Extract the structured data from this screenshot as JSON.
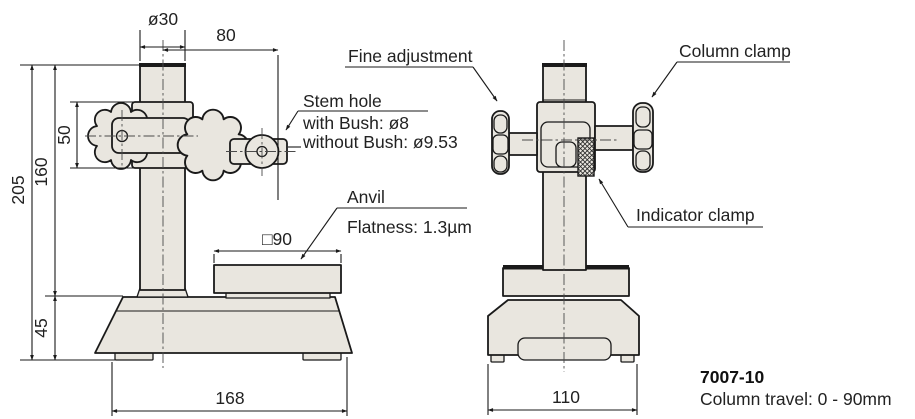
{
  "product": {
    "model": "7007-10",
    "column_travel": "Column travel: 0 - 90mm"
  },
  "labels": {
    "fine_adjustment": "Fine adjustment",
    "column_clamp": "Column clamp",
    "indicator_clamp": "Indicator clamp",
    "stem_hole_title": "Stem hole",
    "stem_hole_line1": "with Bush: ø8",
    "stem_hole_line2": "without Bush: ø9.53",
    "anvil_title": "Anvil",
    "anvil_line1": "Flatness: 1.3µm"
  },
  "dimensions": {
    "column_diameter": "ø30",
    "arm_reach": "80",
    "overall_height": "205",
    "column_height": "160",
    "clamp_height": "50",
    "base_height": "45",
    "anvil_size": "□90",
    "base_width_front": "168",
    "base_width_side": "110"
  },
  "colors": {
    "part_fill": "#e9e6df",
    "line": "#1a1a1a"
  }
}
